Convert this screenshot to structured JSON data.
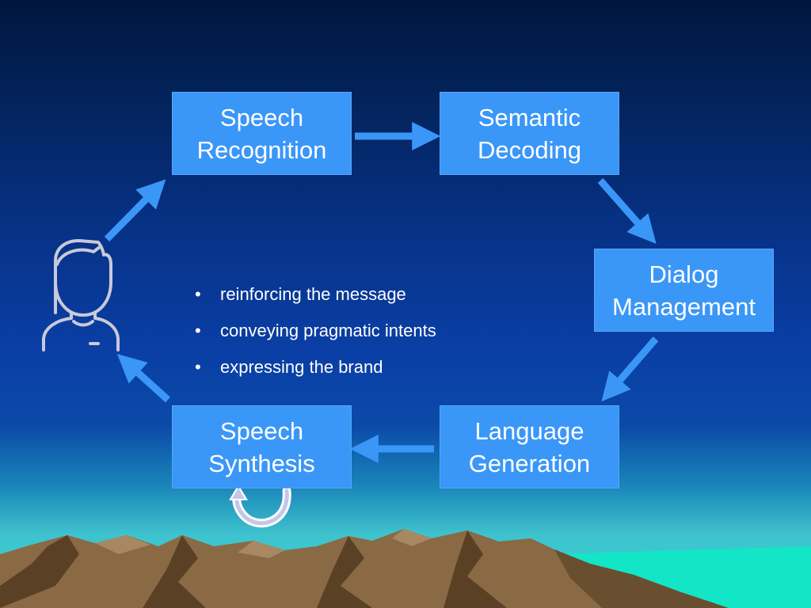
{
  "boxes": {
    "speech_recognition": "Speech\nRecognition",
    "semantic_decoding": "Semantic\nDecoding",
    "dialog_management": "Dialog\nManagement",
    "language_generation": "Language\nGeneration",
    "speech_synthesis": "Speech\nSynthesis"
  },
  "bullets": [
    "reinforcing the message",
    "conveying pragmatic intents",
    "expressing the brand"
  ],
  "bullet_marker": "•",
  "colors": {
    "box_fill": "#3a97f7",
    "arrow": "#3a97f7",
    "text": "#ffffff",
    "user_icon": "#c9c9d9",
    "mountains": "#8a6a45"
  },
  "icons": {
    "user": "user-avatar-icon",
    "loop": "loop-arrow-icon"
  }
}
